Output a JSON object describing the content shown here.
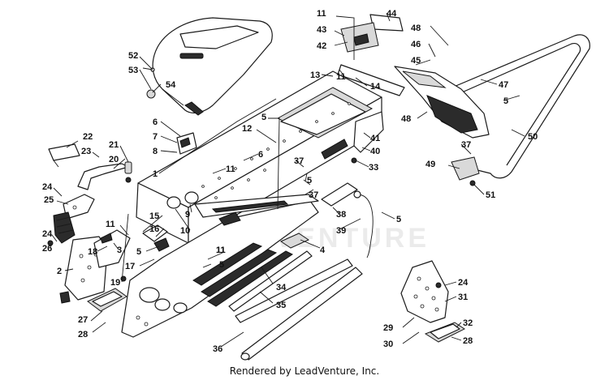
{
  "footer": {
    "credit": "Rendered by LeadVenture, Inc."
  },
  "watermark": {
    "text": "LEADVENTURE"
  },
  "callouts": [
    {
      "id": "c52",
      "text": "52"
    },
    {
      "id": "c53",
      "text": "53"
    },
    {
      "id": "c54",
      "text": "54"
    },
    {
      "id": "c22",
      "text": "22"
    },
    {
      "id": "c23",
      "text": "23"
    },
    {
      "id": "c21",
      "text": "21"
    },
    {
      "id": "c20",
      "text": "20"
    },
    {
      "id": "c24a",
      "text": "24"
    },
    {
      "id": "c25",
      "text": "25"
    },
    {
      "id": "c24b",
      "text": "24"
    },
    {
      "id": "c26",
      "text": "26"
    },
    {
      "id": "c11a",
      "text": "11"
    },
    {
      "id": "c18",
      "text": "18"
    },
    {
      "id": "c3",
      "text": "3"
    },
    {
      "id": "c2",
      "text": "2"
    },
    {
      "id": "c19",
      "text": "19"
    },
    {
      "id": "c27",
      "text": "27"
    },
    {
      "id": "c28a",
      "text": "28"
    },
    {
      "id": "c6a",
      "text": "6"
    },
    {
      "id": "c7",
      "text": "7"
    },
    {
      "id": "c8",
      "text": "8"
    },
    {
      "id": "c1",
      "text": "1"
    },
    {
      "id": "c15",
      "text": "15"
    },
    {
      "id": "c16",
      "text": "16"
    },
    {
      "id": "c5a",
      "text": "5"
    },
    {
      "id": "c17",
      "text": "17"
    },
    {
      "id": "c9",
      "text": "9"
    },
    {
      "id": "c10",
      "text": "10"
    },
    {
      "id": "c11b",
      "text": "11"
    },
    {
      "id": "c12",
      "text": "12"
    },
    {
      "id": "c5b",
      "text": "5"
    },
    {
      "id": "c6b",
      "text": "6"
    },
    {
      "id": "c11c",
      "text": "11"
    },
    {
      "id": "c37a",
      "text": "37"
    },
    {
      "id": "c37b",
      "text": "37"
    },
    {
      "id": "c5c",
      "text": "5"
    },
    {
      "id": "c11d",
      "text": "11"
    },
    {
      "id": "c5d",
      "text": "5"
    },
    {
      "id": "c34",
      "text": "34"
    },
    {
      "id": "c35",
      "text": "35"
    },
    {
      "id": "c36",
      "text": "36"
    },
    {
      "id": "c4",
      "text": "4"
    },
    {
      "id": "c13",
      "text": "13"
    },
    {
      "id": "c11e",
      "text": "11"
    },
    {
      "id": "c14",
      "text": "14"
    },
    {
      "id": "c11f",
      "text": "11"
    },
    {
      "id": "c43",
      "text": "43"
    },
    {
      "id": "c42",
      "text": "42"
    },
    {
      "id": "c44",
      "text": "44"
    },
    {
      "id": "c48a",
      "text": "48"
    },
    {
      "id": "c46",
      "text": "46"
    },
    {
      "id": "c45",
      "text": "45"
    },
    {
      "id": "c47",
      "text": "47"
    },
    {
      "id": "c5e",
      "text": "5"
    },
    {
      "id": "c48b",
      "text": "48"
    },
    {
      "id": "c50",
      "text": "50"
    },
    {
      "id": "c41",
      "text": "41"
    },
    {
      "id": "c40",
      "text": "40"
    },
    {
      "id": "c33",
      "text": "33"
    },
    {
      "id": "c37c",
      "text": "37"
    },
    {
      "id": "c49",
      "text": "49"
    },
    {
      "id": "c51",
      "text": "51"
    },
    {
      "id": "c38",
      "text": "38"
    },
    {
      "id": "c39",
      "text": "39"
    },
    {
      "id": "c5f",
      "text": "5"
    },
    {
      "id": "c24c",
      "text": "24"
    },
    {
      "id": "c31",
      "text": "31"
    },
    {
      "id": "c32",
      "text": "32"
    },
    {
      "id": "c28b",
      "text": "28"
    },
    {
      "id": "c29",
      "text": "29"
    },
    {
      "id": "c30",
      "text": "30"
    }
  ]
}
